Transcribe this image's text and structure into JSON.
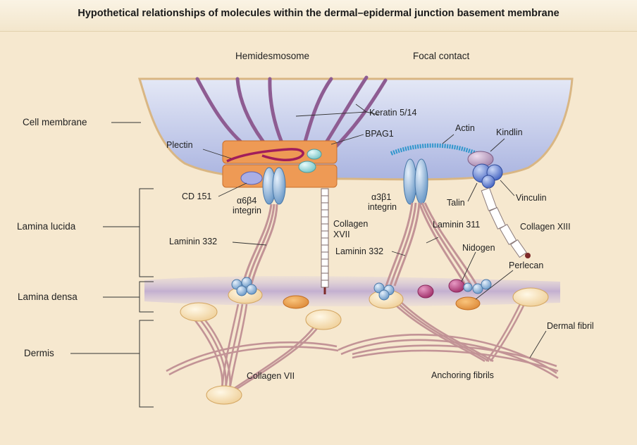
{
  "title": "Hypothetical relationships of molecules within the dermal–epidermal junction basement membrane",
  "layers": {
    "cell_membrane": "Cell membrane",
    "lamina_lucida": "Lamina lucida",
    "lamina_densa": "Lamina densa",
    "dermis": "Dermis"
  },
  "structures": {
    "hemidesmosome": "Hemidesmosome",
    "focal_contact": "Focal contact"
  },
  "molecules": {
    "keratin": "Keratin 5/14",
    "bpag1": "BPAG1",
    "plectin": "Plectin",
    "cd151": "CD 151",
    "a6b4_greek": "α6β4",
    "a6b4_word": "integrin",
    "collagen17_a": "Collagen",
    "collagen17_b": "XVII",
    "laminin332_left": "Laminin 332",
    "laminin332_right": "Laminin 332",
    "actin": "Actin",
    "kindlin": "Kindlin",
    "talin": "Talin",
    "vinculin": "Vinculin",
    "a3b1_greek": "α3β1",
    "a3b1_word": "integrin",
    "laminin311": "Laminin 311",
    "collagen13": "Collagen XIII",
    "nidogen": "Nidogen",
    "perlecan": "Perlecan",
    "dermal_fibril": "Dermal fibril",
    "collagen7": "Collagen VII",
    "anchoring_fibrils": "Anchoring fibrils"
  },
  "colors": {
    "background": "#f6e8cf",
    "cytoplasm": "#b9c2e6",
    "hemidesmosome_plaque": "#ee9a55",
    "keratin": "#8e5c92",
    "fibril": "#c29396",
    "lamina_densa": "#c7b5d2",
    "integrin": "#8fb0d6",
    "nidogen": "#c04a8a"
  }
}
